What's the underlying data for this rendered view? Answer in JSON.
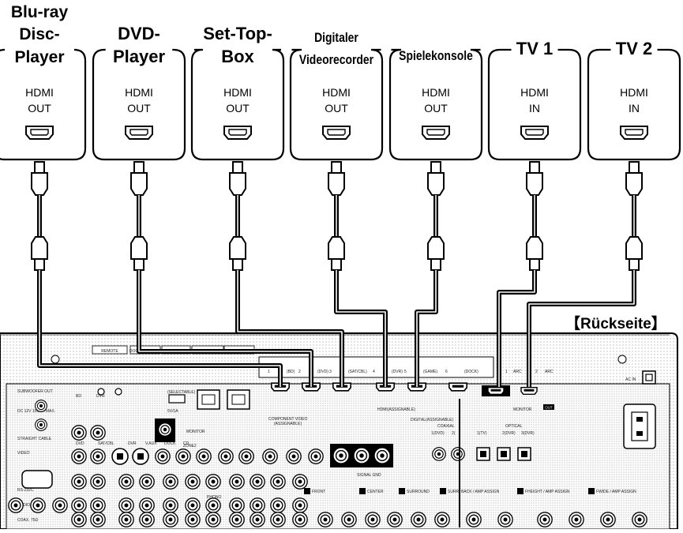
{
  "devices": [
    {
      "id": "bluray",
      "title_lines": [
        "Blu-ray",
        "Disc-",
        "Player"
      ],
      "port_lines": [
        "HDMI",
        "OUT"
      ]
    },
    {
      "id": "dvd",
      "title_lines": [
        "DVD-",
        "Player"
      ],
      "port_lines": [
        "HDMI",
        "OUT"
      ]
    },
    {
      "id": "settop",
      "title_lines": [
        "Set-Top-",
        "Box"
      ],
      "port_lines": [
        "HDMI",
        "OUT"
      ]
    },
    {
      "id": "dvr",
      "title_lines": [
        "Digitaler",
        "Videorecorder"
      ],
      "port_lines": [
        "HDMI",
        "OUT"
      ]
    },
    {
      "id": "game",
      "title_lines": [
        "Spielekonsole"
      ],
      "port_lines": [
        "HDMI",
        "OUT"
      ]
    },
    {
      "id": "tv1",
      "title_lines": [
        "TV 1"
      ],
      "port_lines": [
        "HDMI",
        "IN"
      ]
    },
    {
      "id": "tv2",
      "title_lines": [
        "TV 2"
      ],
      "port_lines": [
        "HDMI",
        "IN"
      ]
    }
  ],
  "rear_label": "【Rückseite】",
  "receiver": {
    "top_tabs": [
      "REMOTE",
      "DOCK CONTROL",
      "USB",
      "ETHERNET",
      "DENON LINK(4th)"
    ],
    "hdmi_inputs": [
      "1",
      "(BD)",
      "2",
      "(DVD)",
      "3",
      "(SAT/CBL)",
      "4",
      "(DVR)",
      "5",
      "(GAME)",
      "6",
      "(DOCK)"
    ],
    "hdmi_monitor": [
      "1",
      "ARC",
      "2",
      "ARC"
    ],
    "hdmi_assignable": "HDMI(ASSIGNABLE)",
    "monitor_label": "MONITOR",
    "out_badge": "OUT",
    "ac_in": "AC IN",
    "component_video": "COMPONENT VIDEO",
    "assignable": "(ASSIGNABLE)",
    "digital_assignable": "DIGITAL(ASSIGNABLE)",
    "coaxial": "COAXIAL",
    "optical": "OPTICAL",
    "digital_ports": [
      "1(DVD)",
      "2(",
      "1(TV)",
      "2(DVR)",
      "3(DVR)"
    ],
    "left_side_labels": [
      "SUBWOOFER OUT",
      "DC 12V 150mA MAX.",
      "STRAIGHT CABLE",
      "VIDEO",
      "RS-232C",
      "AUDIO",
      "COAX. 75Ω"
    ],
    "video_row_labels": [
      "BD",
      "DVR",
      "DVD",
      "SAT/CBL",
      "DVR",
      "V.AUX",
      "DOCK",
      "CD",
      "ZONE2",
      "PHONO",
      "MONITOR"
    ],
    "speaker_labels": [
      "FRONT",
      "CENTER",
      "SURROUND",
      "SURR. BACK / AMP ASSIGN",
      "FHEIGHT / AMP ASSIGN",
      "FWIDE / AMP ASSIGN"
    ],
    "selectable": "(SELECTABLE)",
    "usb_label": "5V/1A",
    "signal_gnd": "SIGNAL GND"
  }
}
